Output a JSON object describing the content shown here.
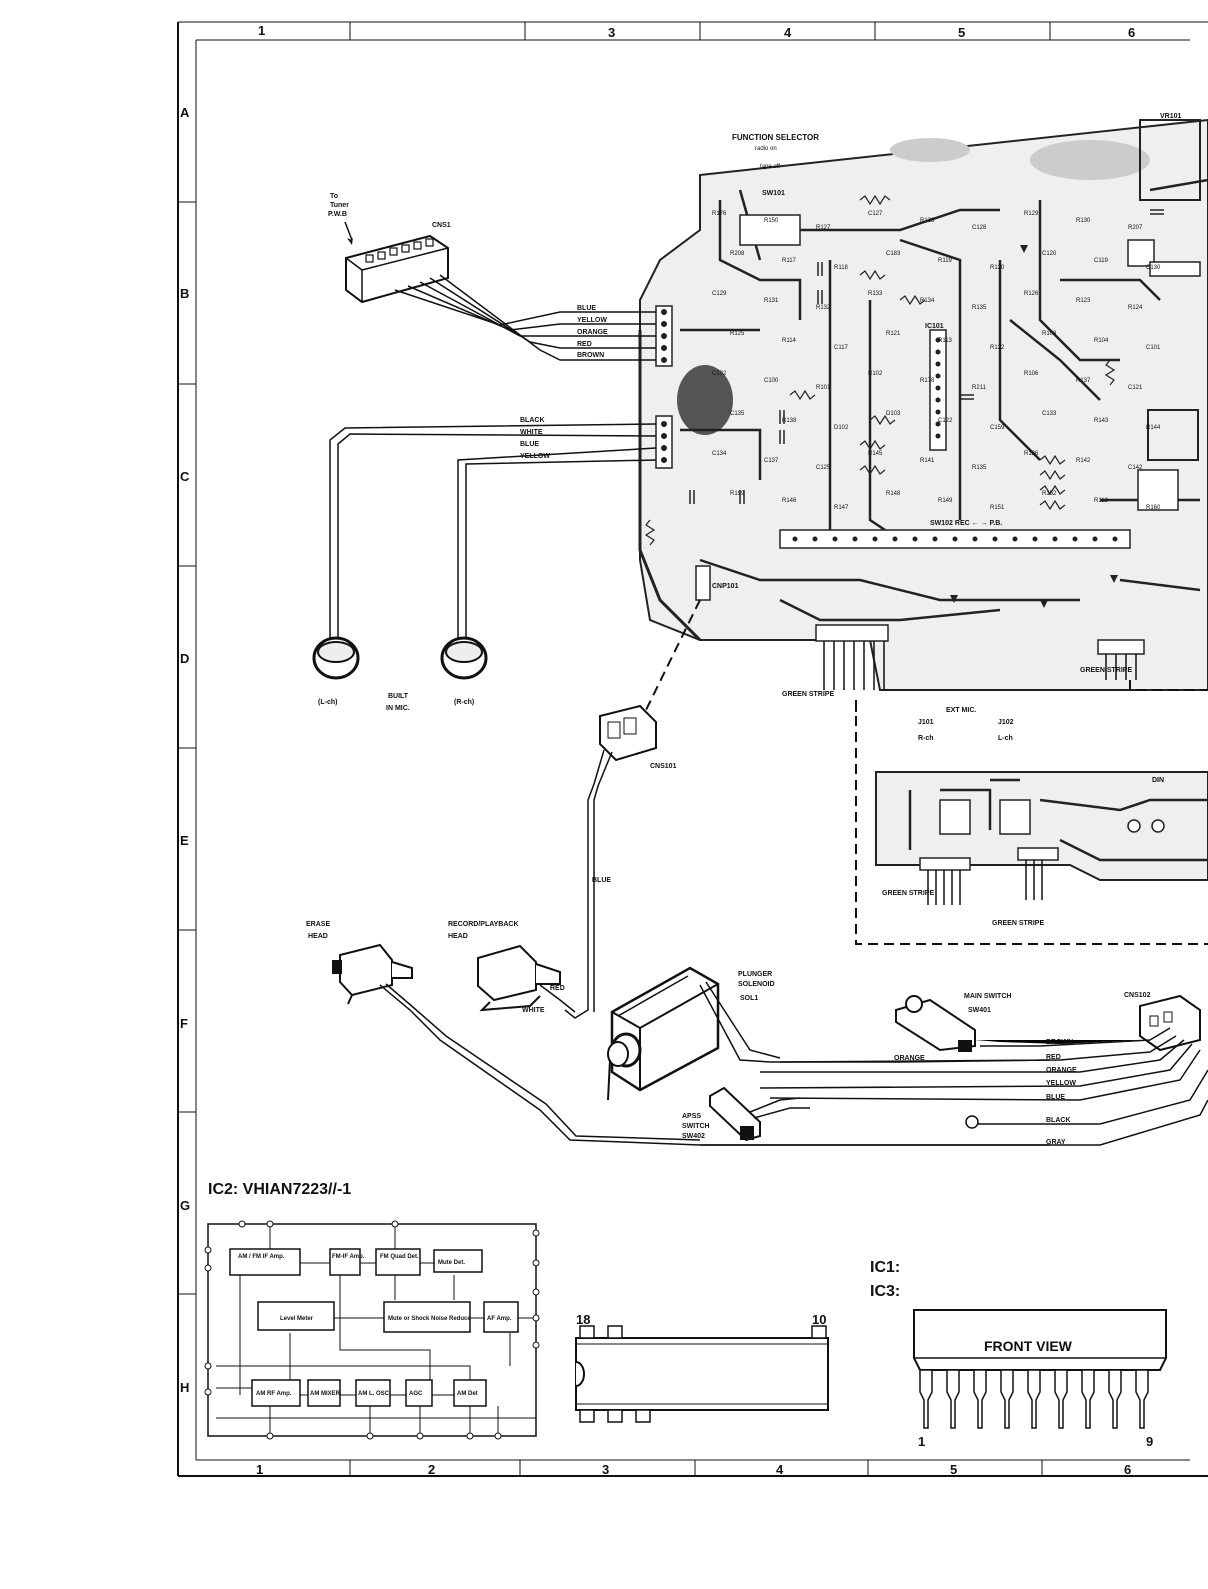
{
  "grid": {
    "columns_top": [
      "1",
      "3",
      "4",
      "5",
      "6"
    ],
    "columns_bottom": [
      "1",
      "2",
      "3",
      "4",
      "5",
      "6"
    ],
    "rows": [
      "A",
      "B",
      "C",
      "D",
      "E",
      "F",
      "G",
      "H"
    ]
  },
  "labels": {
    "function_selector": "FUNCTION SELECTOR",
    "radio_on": "radio on",
    "tape_off": "tape off",
    "sw101": "SW101",
    "vr101": "VR101",
    "to_tuner": "To",
    "to_tuner2": "Tuner",
    "to_tuner3": "P.W.B",
    "cns1": "CNS1",
    "cnp101": "CNP101",
    "cns101": "CNS101",
    "ic101": "IC101",
    "sw102": "SW102 REC ← → P.B.",
    "green_stripe": "GREEN STRIPE",
    "ext_mic": "EXT MIC.",
    "j101": "J101",
    "j101_ch": "R-ch",
    "j102": "J102",
    "j102_ch": "L-ch",
    "din": "DIN",
    "l_ch": "(L-ch)",
    "r_ch": "(R-ch)",
    "built_in_mic": "BUILT",
    "built_in_mic2": "IN MIC.",
    "erase_head": "ERASE",
    "erase_head2": "HEAD",
    "rec_pb_head": "RECORD/PLAYBACK",
    "rec_pb_head2": "HEAD",
    "plunger": "PLUNGER",
    "solenoid": "SOLENOID",
    "sol1": "SOL1",
    "main_switch": "MAIN SWITCH",
    "sw401": "SW401",
    "cns102": "CNS102",
    "apss": "APSS",
    "apss2": "SWITCH",
    "sw402": "SW402",
    "ic2_title": "IC2: VHIAN7223//-1",
    "ic1": "IC1:",
    "ic3": "IC3:",
    "front_view": "FRONT VIEW",
    "pin18": "18",
    "pin10": "10",
    "pin1": "1",
    "pin9": "9"
  },
  "wires": {
    "cns1_colors": [
      "BLUE",
      "YELLOW",
      "ORANGE",
      "RED",
      "BROWN"
    ],
    "mic_colors": [
      "BLACK",
      "WHITE",
      "BLUE",
      "YELLOW"
    ],
    "blue": "BLUE",
    "red": "RED",
    "white": "WHITE",
    "orange": "ORANGE",
    "bottom_colors": [
      "BROWN",
      "RED",
      "ORANGE",
      "YELLOW",
      "BLUE",
      "BLACK",
      "GRAY"
    ]
  },
  "components": [
    "R176",
    "R150",
    "R127",
    "C127",
    "R128",
    "C128",
    "R129",
    "R130",
    "R207",
    "R208",
    "R117",
    "R118",
    "C183",
    "R119",
    "R120",
    "C120",
    "C119",
    "C130",
    "C129",
    "R131",
    "R132",
    "R133",
    "R134",
    "R135",
    "R126",
    "R123",
    "R124",
    "R125",
    "R114",
    "C117",
    "R121",
    "R113",
    "R122",
    "R103",
    "R104",
    "C101",
    "C102",
    "C100",
    "R101",
    "R102",
    "R178",
    "R211",
    "R106",
    "R137",
    "C121",
    "C135",
    "R138",
    "D102",
    "D103",
    "C122",
    "C159",
    "C133",
    "R143",
    "R144",
    "C134",
    "C137",
    "C125",
    "R145",
    "R141",
    "R135",
    "R136",
    "R142",
    "C142",
    "R199",
    "R146",
    "R147",
    "R148",
    "R149",
    "R151",
    "R152",
    "R112",
    "R160"
  ],
  "ic2_blocks": {
    "am_fm_if": "AM / FM IF Amp.",
    "fm_if": "FM-IF Amp.",
    "fm_quad": "FM Quad Det.",
    "mute_det": "Mute Det.",
    "level_meter": "Level Meter",
    "mute_shock": "Mute or Shock Noise Reduce",
    "af_amp": "AF Amp.",
    "am_rf": "AM RF Amp.",
    "am_mixer": "AM MIXER",
    "am_losc": "AM L. OSC",
    "agc": "AGC",
    "am_det": "AM Det"
  }
}
